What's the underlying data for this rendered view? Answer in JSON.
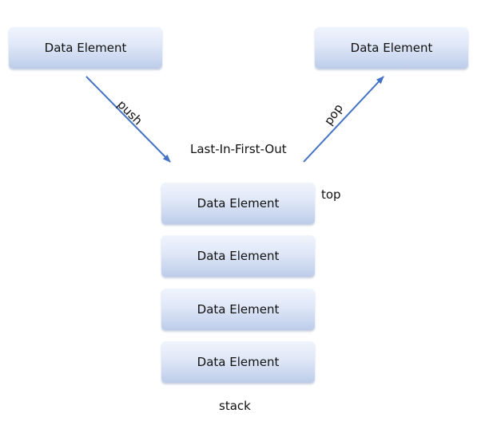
{
  "nodes": {
    "pushed_element": "Data Element",
    "popped_element": "Data Element",
    "stack_elements": [
      "Data Element",
      "Data Element",
      "Data Element",
      "Data Element"
    ]
  },
  "labels": {
    "push": "push",
    "pop": "pop",
    "lifo": "Last-In-First-Out",
    "top": "top",
    "stack": "stack"
  },
  "colors": {
    "arrow": "#4472c4",
    "box_light": "#f0f4fc",
    "box_dark": "#bccce9"
  }
}
